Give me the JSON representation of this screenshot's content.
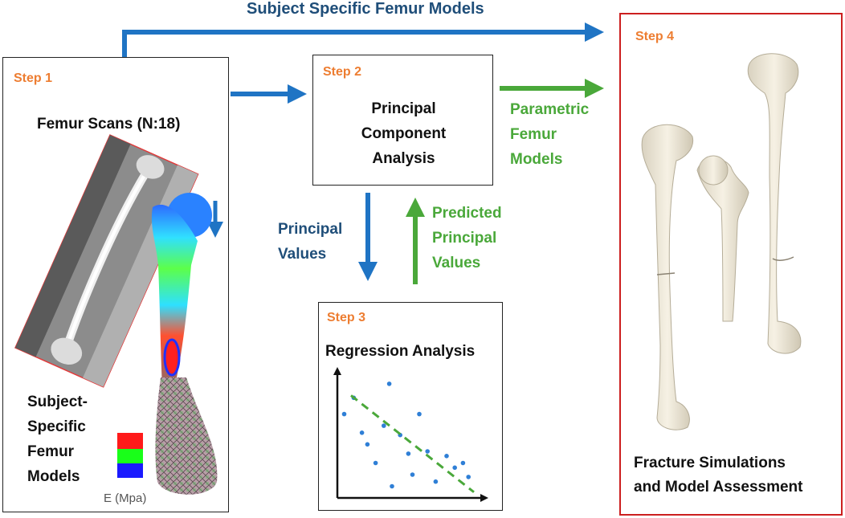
{
  "top_label": "Subject Specific Femur Models",
  "step1": {
    "step": "Step 1",
    "title": "Femur Scans (N:18)",
    "models_label": [
      "Subject-",
      "Specific",
      "Femur",
      "Models"
    ],
    "legend_unit": "E (Mpa)",
    "legend_colors": [
      "#ff1a1a",
      "#19ff19",
      "#1a1aff"
    ]
  },
  "step2": {
    "step": "Step 2",
    "title": [
      "Principal",
      "Component",
      "Analysis"
    ]
  },
  "step3": {
    "step": "Step 3",
    "title": "Regression Analysis"
  },
  "step4": {
    "step": "Step 4",
    "caption": [
      "Fracture Simulations",
      "and Model Assessment"
    ]
  },
  "parametric_label": [
    "Parametric",
    "Femur",
    "Models"
  ],
  "principal_values": [
    "Principal",
    "Values"
  ],
  "predicted_values": [
    "Predicted",
    "Principal",
    "Values"
  ],
  "colors": {
    "blue_arrow": "#1f74c4",
    "green_arrow": "#4aa83a",
    "red_border": "#cc1f1f",
    "step_orange": "#ed7d31"
  },
  "chart_data": {
    "type": "scatter",
    "title": "",
    "xlabel": "",
    "ylabel": "",
    "points": [
      [
        0.05,
        0.72
      ],
      [
        0.12,
        0.86
      ],
      [
        0.18,
        0.56
      ],
      [
        0.22,
        0.46
      ],
      [
        0.28,
        0.3
      ],
      [
        0.34,
        0.62
      ],
      [
        0.38,
        0.98
      ],
      [
        0.4,
        0.1
      ],
      [
        0.46,
        0.54
      ],
      [
        0.52,
        0.38
      ],
      [
        0.55,
        0.2
      ],
      [
        0.6,
        0.72
      ],
      [
        0.66,
        0.4
      ],
      [
        0.72,
        0.14
      ],
      [
        0.8,
        0.36
      ],
      [
        0.86,
        0.26
      ],
      [
        0.92,
        0.3
      ],
      [
        0.96,
        0.18
      ]
    ],
    "trend": [
      [
        0.1,
        0.88
      ],
      [
        1.0,
        0.05
      ]
    ]
  }
}
